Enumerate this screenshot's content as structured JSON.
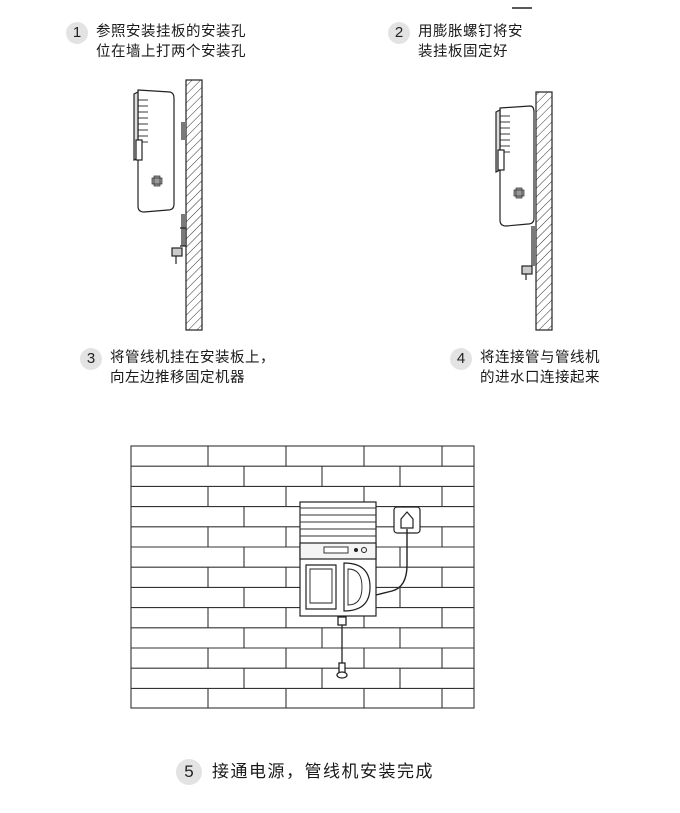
{
  "steps": [
    {
      "num": "1",
      "lines": [
        "参照安装挂板的安装孔",
        "位在墙上打两个安装孔"
      ]
    },
    {
      "num": "2",
      "lines": [
        "用膨胀螺钉将安",
        "装挂板固定好"
      ]
    },
    {
      "num": "3",
      "lines": [
        "将管线机挂在安装板上，",
        "向左边推移固定机器"
      ]
    },
    {
      "num": "4",
      "lines": [
        "将连接管与管线机",
        "的进水口连接起来"
      ]
    },
    {
      "num": "5",
      "lines": [
        "接通电源，管线机安装完成"
      ]
    }
  ]
}
